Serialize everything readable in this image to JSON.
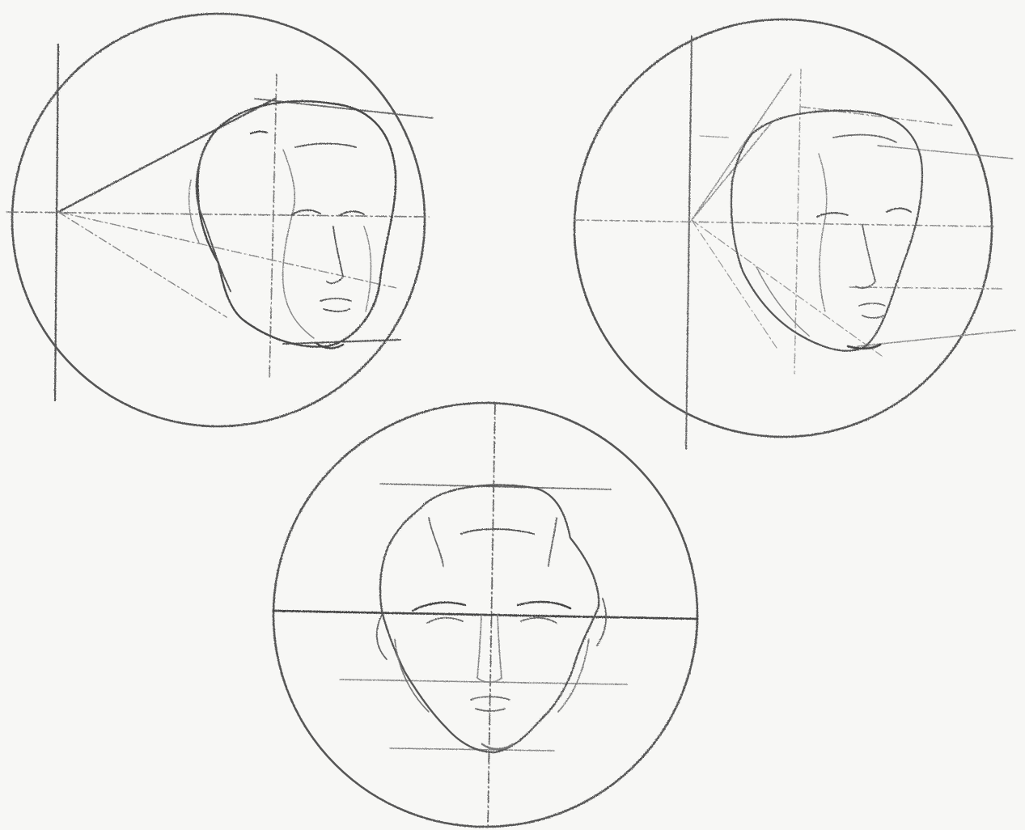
{
  "figure": {
    "kind": "pencil construction drawing of a human head in three views",
    "colors": {
      "paper": "#f7f7f5",
      "graphite": "#4a4a4a",
      "light": "#8a8a8a"
    },
    "views": [
      {
        "id": "three-quarter-left",
        "label": ""
      },
      {
        "id": "three-quarter-right",
        "label": ""
      },
      {
        "id": "front-view",
        "label": ""
      }
    ]
  }
}
